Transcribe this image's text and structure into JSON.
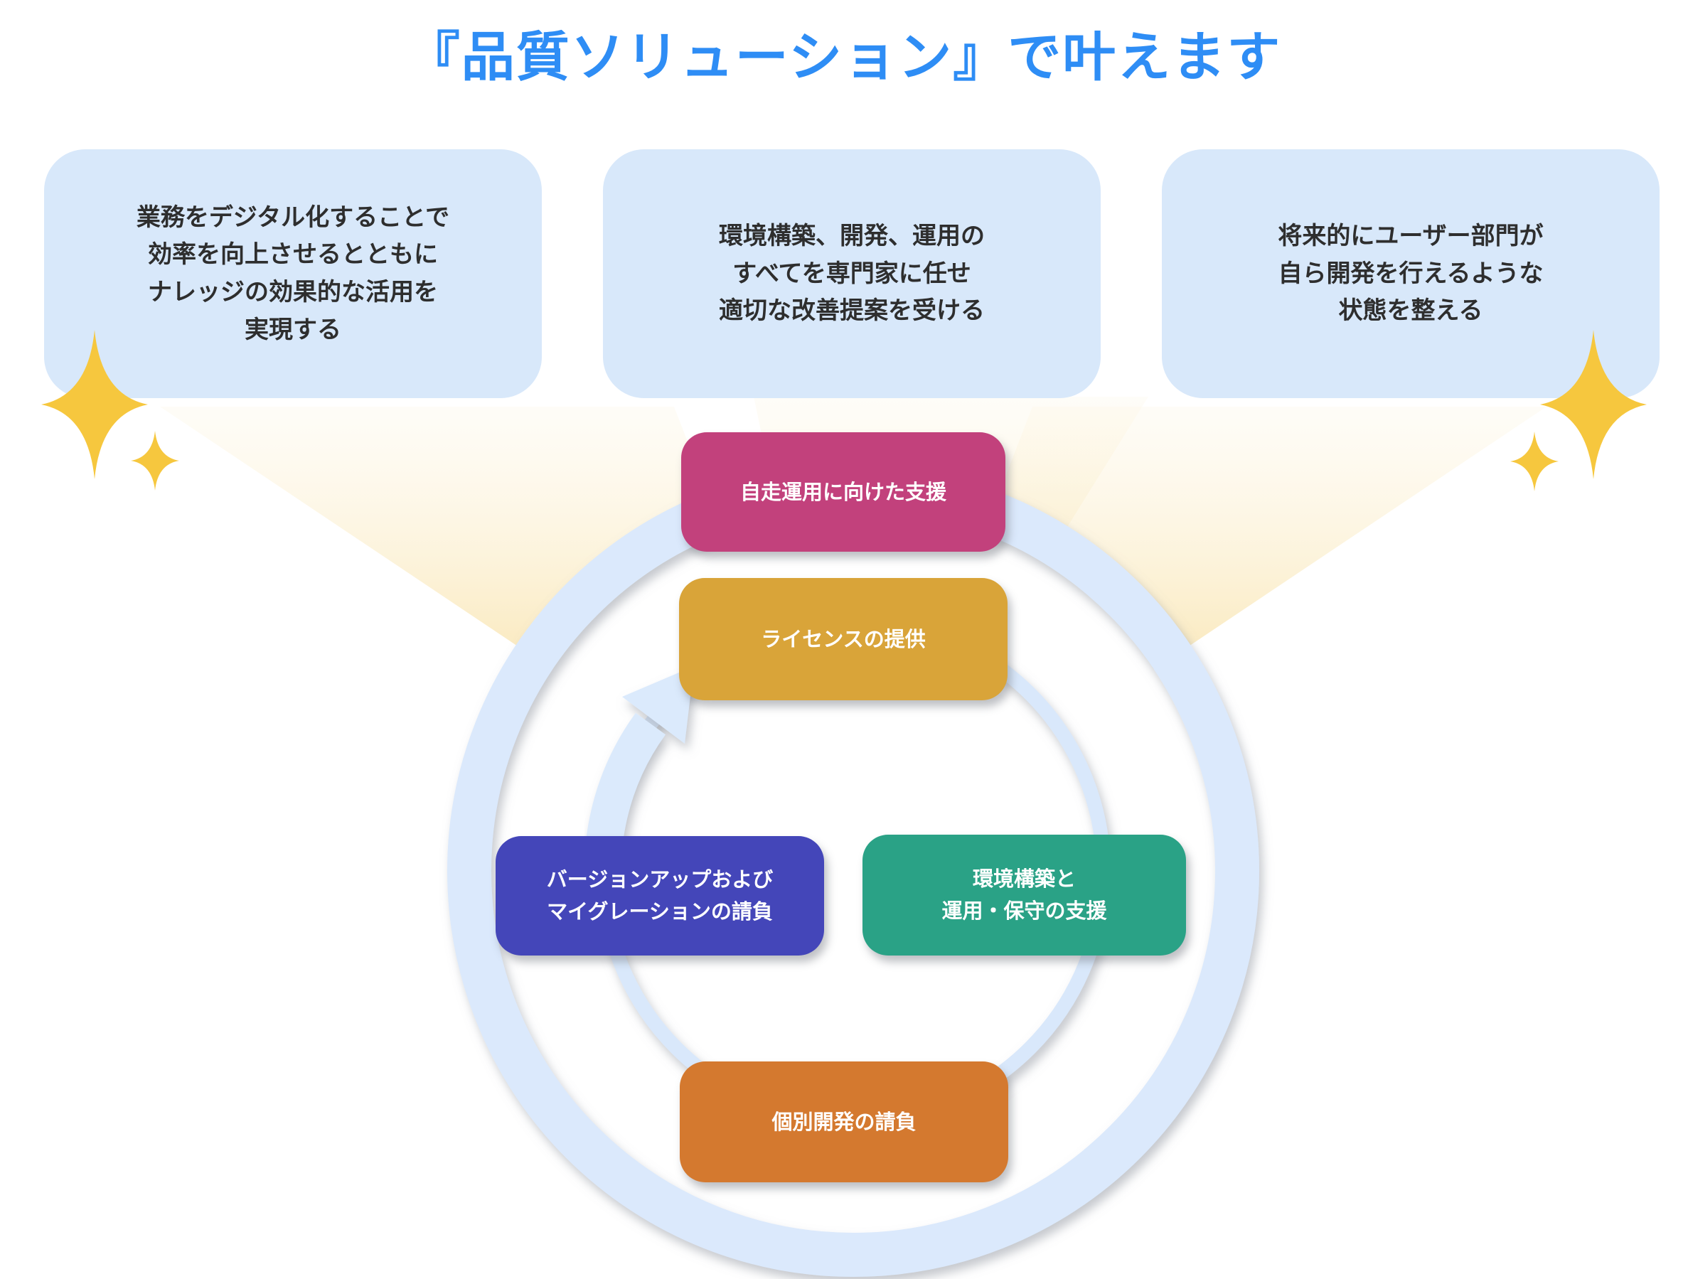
{
  "title": {
    "text": "『品質ソリューション』で叶えます",
    "color": "#2e8df5"
  },
  "benefit_cards": [
    {
      "text": "業務をデジタル化することで\n効率を向上させるとともに\nナレッジの効果的な活用を\n実現する"
    },
    {
      "text": "環境構築、開発、運用の\nすべてを専門家に任せ\n適切な改善提案を受ける"
    },
    {
      "text": "将来的にユーザー部門が\n自ら開発を行えるような\n状態を整える"
    }
  ],
  "cycle": {
    "steps": [
      {
        "label": "自走運用に向けた支援",
        "color": "#c2417c"
      },
      {
        "label": "ライセンスの提供",
        "color": "#d9a439"
      },
      {
        "label": "環境構築と\n運用・保守の支援",
        "color": "#2aa286"
      },
      {
        "label": "個別開発の請負",
        "color": "#d4792f"
      },
      {
        "label": "バージョンアップおよび\nマイグレーションの請負",
        "color": "#4446b9"
      }
    ]
  },
  "decorations": {
    "card_bg": "#d8e8fa",
    "ring_color": "#dbe9fc",
    "inner_ring_color": "#d9e8fb",
    "arrow_color": "#dbeafc",
    "beam_color": "#f6dc9b",
    "sparkle_color": "#f6c73e"
  }
}
